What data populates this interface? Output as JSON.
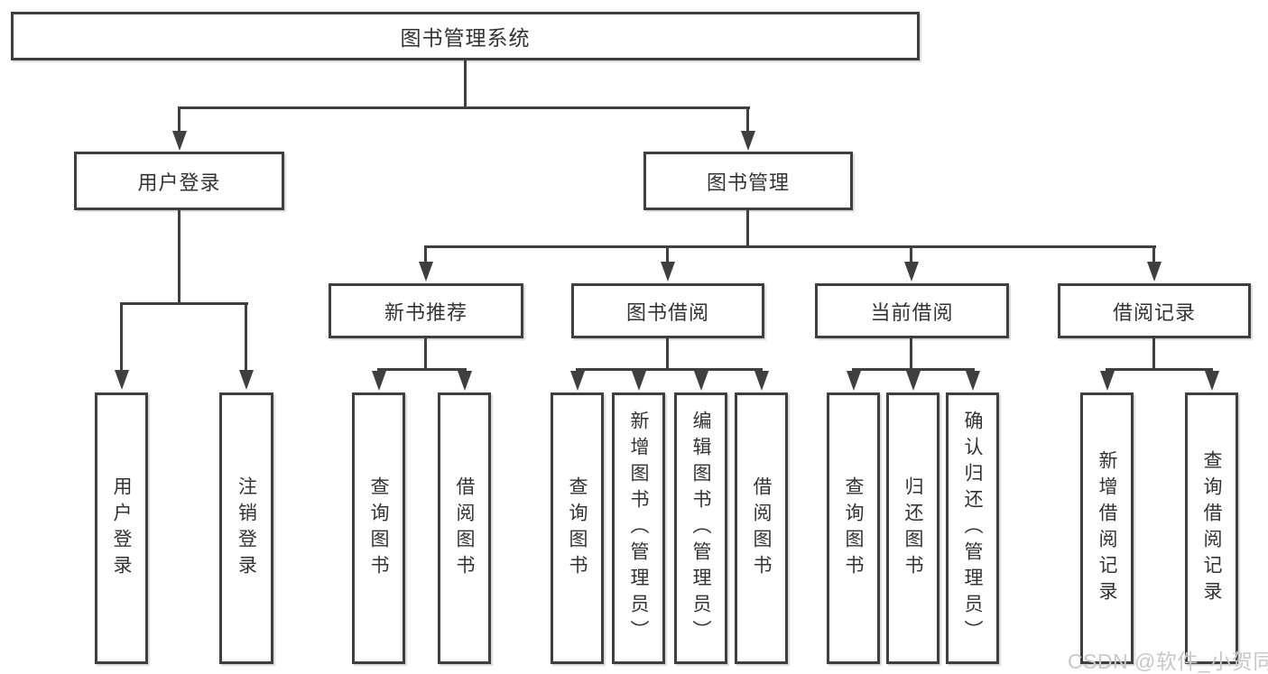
{
  "diagram": {
    "type": "functional-structure-tree",
    "title": "图书管理系统",
    "colors": {
      "line": "#3f3f3f",
      "box_border": "#3f3f3f",
      "text": "#333333",
      "background": "#ffffff",
      "watermark": "#c8c8c8"
    },
    "watermark": "CSDN @软件_小贺同学",
    "tree": {
      "label": "图书管理系统",
      "children": [
        {
          "label": "用户登录",
          "children": [
            {
              "label": "用户登录"
            },
            {
              "label": "注销登录"
            }
          ]
        },
        {
          "label": "图书管理",
          "children": [
            {
              "label": "新书推荐",
              "children": [
                {
                  "label": "查询图书"
                },
                {
                  "label": "借阅图书"
                }
              ]
            },
            {
              "label": "图书借阅",
              "children": [
                {
                  "label": "查询图书"
                },
                {
                  "label": "新增图书（管理员）"
                },
                {
                  "label": "编辑图书（管理员）"
                },
                {
                  "label": "借阅图书"
                }
              ]
            },
            {
              "label": "当前借阅",
              "children": [
                {
                  "label": "查询图书"
                },
                {
                  "label": "归还图书"
                },
                {
                  "label": "确认归还（管理员）"
                }
              ]
            },
            {
              "label": "借阅记录",
              "children": [
                {
                  "label": "新增借阅记录"
                },
                {
                  "label": "查询借阅记录"
                }
              ]
            }
          ]
        }
      ]
    }
  }
}
